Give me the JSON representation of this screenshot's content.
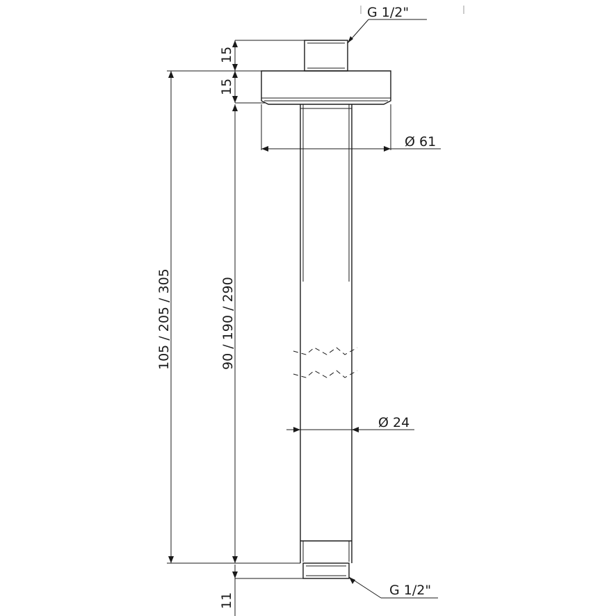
{
  "labels": {
    "thread_top": "G 1/2\"",
    "thread_bottom": "G 1/2\"",
    "flange_height": "15",
    "flange_gap": "15",
    "flange_diameter": "Ø 61",
    "tube_diameter": "Ø 24",
    "overall_length": "105 / 205 / 305",
    "tube_length": "90 / 190 / 290",
    "bottom_thread_length": "11"
  }
}
